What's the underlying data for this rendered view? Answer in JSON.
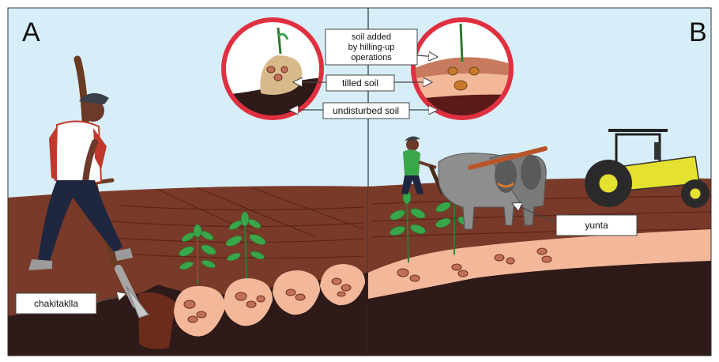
{
  "panels": {
    "left": {
      "letter": "A"
    },
    "right": {
      "letter": "B"
    }
  },
  "labels": {
    "soil_added": [
      "soil added",
      "by hilling-up",
      "operations"
    ],
    "tilled_soil": "tilled soil",
    "undisturbed_soil": "undisturbed soil",
    "chakitaklla": "chakitaklla",
    "yunta": "yunta"
  },
  "colors": {
    "sky": "#d7eef8",
    "topsoil": "#7a3a2a",
    "deep_soil": "#2e1a18",
    "tilled": "#f3b79a",
    "potato": "#c0705a",
    "leaf": "#3aa64a",
    "tractor": "#e4e130",
    "circle_ring": "#e03040"
  }
}
